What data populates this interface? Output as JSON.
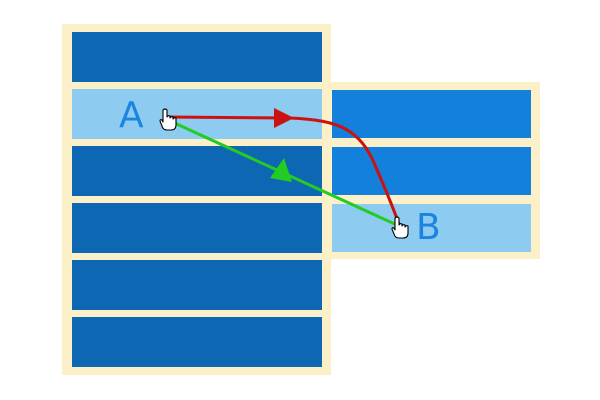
{
  "diagram": {
    "labels": {
      "start": "A",
      "end": "B"
    },
    "colors": {
      "page": "#ffffff",
      "panel_border": "#fcf0c8",
      "item_default": "#0d67b2",
      "submenu_item": "#1380dc",
      "item_highlight": "#8ecbf0",
      "label_text": "#1a85e0",
      "path_direct": "#22cc22",
      "path_safe": "#cc1111"
    },
    "main_menu": {
      "item_count": 6,
      "highlighted_index": 1
    },
    "submenu": {
      "item_count": 3,
      "highlighted_index": 2
    },
    "paths": [
      {
        "id": "direct",
        "color_key": "path_direct",
        "shape": "straight diagonal"
      },
      {
        "id": "safe",
        "color_key": "path_safe",
        "shape": "horizontal then curving down"
      }
    ],
    "cursor_icon": "hand-pointer-icon"
  }
}
